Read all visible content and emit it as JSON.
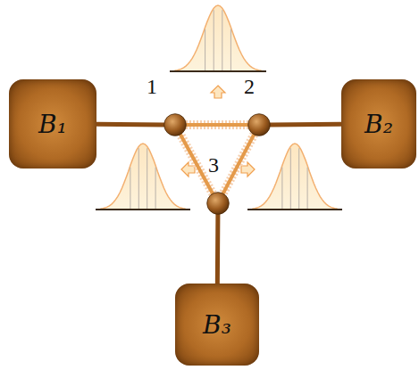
{
  "diagram": {
    "nodes": [
      {
        "text": [
          "B₁"
        ]
      },
      {
        "text": [
          "1"
        ]
      },
      {
        "text": [
          "2"
        ]
      },
      {
        "text": [
          "B₂"
        ]
      },
      {
        "text": [
          "3"
        ]
      },
      {
        "text": [
          "B₃"
        ]
      }
    ],
    "edges": [
      {
        "from": 0,
        "to": 1,
        "arrow": "none"
      },
      {
        "from": 3,
        "to": 2,
        "arrow": "none"
      },
      {
        "from": 5,
        "to": 4,
        "arrow": "none"
      },
      {
        "from": 1,
        "to": 2,
        "arrow": "none"
      },
      {
        "from": 2,
        "to": 4,
        "arrow": "none"
      },
      {
        "from": 4,
        "to": 1,
        "arrow": "none"
      }
    ]
  }
}
